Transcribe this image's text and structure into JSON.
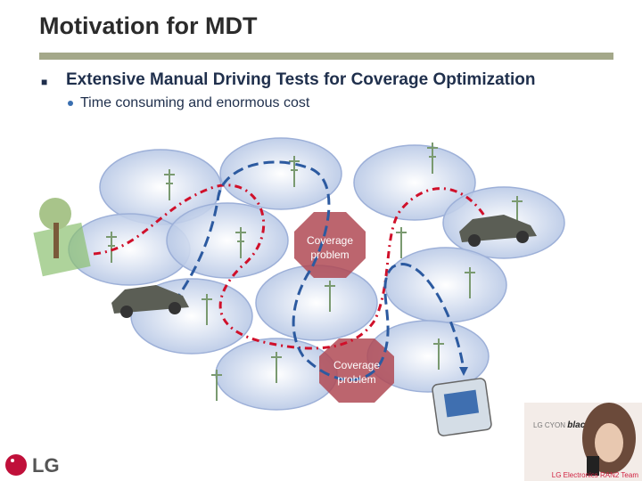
{
  "slide": {
    "title": "Motivation for MDT",
    "bullet_main": "Extensive Manual Driving Tests for Coverage Optimization",
    "bullet_sub": "Time consuming and enormous cost",
    "bullet_mark": ""
  },
  "diagram": {
    "problem_labels": [
      {
        "line1": "Coverage",
        "line2": "problem"
      },
      {
        "line1": "Coverage",
        "line2": "problem"
      }
    ],
    "route_colors": {
      "red": "#d0102a",
      "blue": "#2c5aa0"
    },
    "cell_fill": "#c8d4ea",
    "problem_fill": "#b04a55"
  },
  "branding": {
    "logo": "LG",
    "ad_brand_prefix": "LG CYON",
    "ad_brand_word": "black",
    "footer": "LG Electronics RAN2 Team"
  }
}
